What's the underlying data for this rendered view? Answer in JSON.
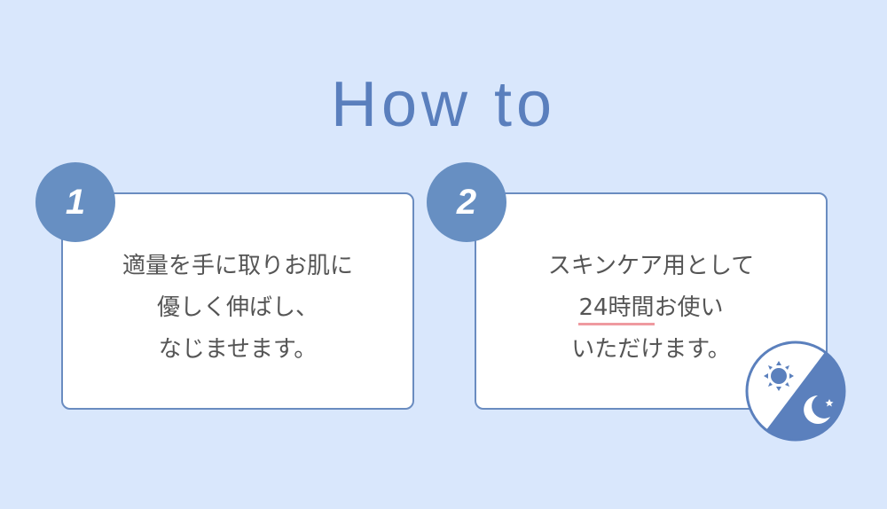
{
  "title": "How to",
  "steps": [
    {
      "number": "1",
      "lines": [
        "適量を手に取りお肌に",
        "優しく伸ばし、",
        "なじませます。"
      ]
    },
    {
      "number": "2",
      "line1": "スキンケア用として",
      "line2_highlight": "24時間",
      "line2_rest": "お使い",
      "line3": "いただけます。"
    }
  ],
  "colors": {
    "background": "#d9e7fc",
    "accent": "#678fc2",
    "underline": "#ef9aa0"
  },
  "badge_icon": "day-night-icon"
}
